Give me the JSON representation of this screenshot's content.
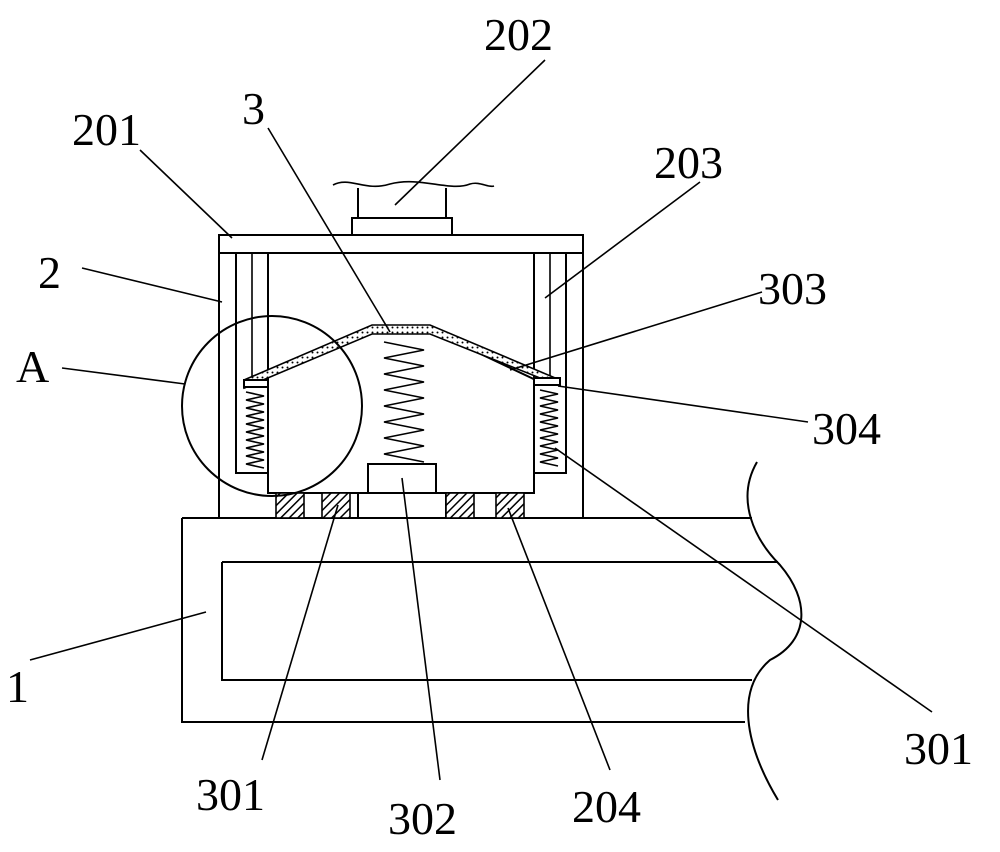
{
  "figure": {
    "labels": {
      "l202": "202",
      "l201": "201",
      "l3": "3",
      "l203": "203",
      "l2": "2",
      "l303": "303",
      "lA": "A",
      "l304": "304",
      "l1": "1",
      "l301_right": "301",
      "l301_bottom": "301",
      "l302": "302",
      "l204": "204"
    }
  }
}
